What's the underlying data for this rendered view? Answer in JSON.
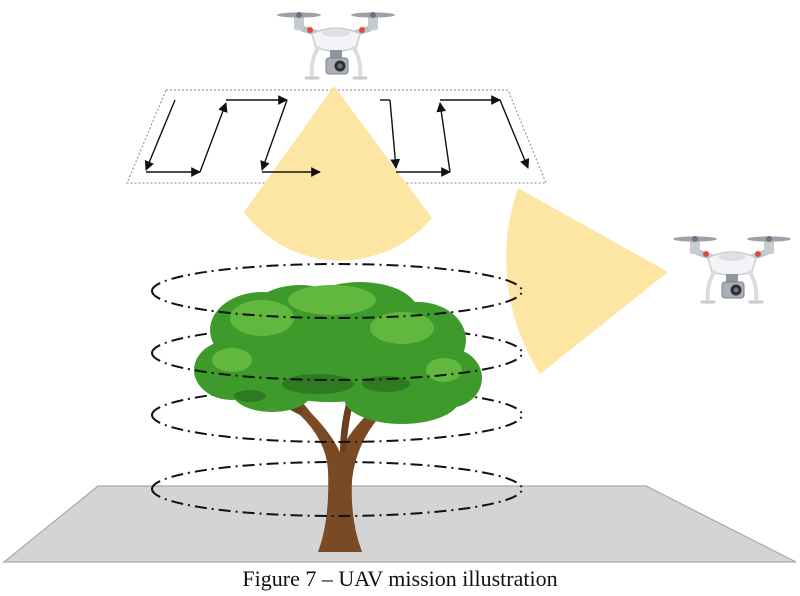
{
  "figure": {
    "caption": "Figure 7 – UAV mission illustration"
  },
  "scene": {
    "elements": {
      "top_drone": "uav-drone-icon",
      "side_drone": "uav-drone-icon",
      "flight_plane": "lawnmower-flight-path",
      "orbit_paths": "dash-dot-circular-orbits",
      "tree": "tree-icon",
      "ground": "ground-plane"
    },
    "orbit_count": 4,
    "colors": {
      "camera_fov": "#fde5a4",
      "ground": "#d4d4d4",
      "foliage": "#3f9a2c",
      "trunk": "#7a4a24",
      "drone_body": "#f2f4f6",
      "drone_accent": "#e04a3a"
    }
  }
}
